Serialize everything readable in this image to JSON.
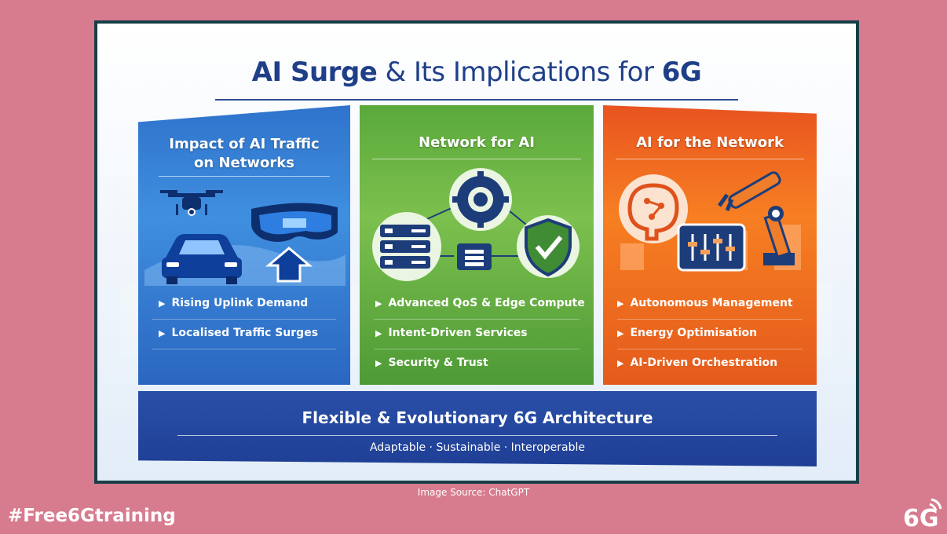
{
  "slide": {
    "title_part1": "AI Surge",
    "title_part2": " & Its Implications for ",
    "title_part3": "6G"
  },
  "columns": [
    {
      "heading_line1": "Impact of AI Traffic",
      "heading_line2": "on Networks",
      "bullets": [
        "Rising Uplink Demand",
        "Localised Traffic Surges"
      ]
    },
    {
      "heading_line1": "Network for AI",
      "bullets": [
        "Advanced QoS & Edge Compute",
        "Intent-Driven Services",
        "Security & Trust"
      ]
    },
    {
      "heading_line1": "AI for the Network",
      "bullets": [
        "Autonomous Management",
        "Energy Optimisation",
        "AI-Driven Orchestration"
      ]
    }
  ],
  "architecture": {
    "title": "Flexible & Evolutionary 6G Architecture",
    "subtitle": "Adaptable · Sustainable · Interoperable"
  },
  "footer": {
    "source": "Image Source: ChatGPT",
    "hashtag": "#Free6Gtraining",
    "logo_text": "6G"
  },
  "colors": {
    "background": "#d77b8e",
    "blue": "#2f73cc",
    "green": "#5aa93b",
    "orange": "#f77f22",
    "navy": "#1f3f88"
  },
  "icons": [
    "drone-icon",
    "car-icon",
    "vr-headset-icon",
    "upload-arrow-icon",
    "server-icon",
    "gear-brain-icon",
    "database-icon",
    "shield-check-icon",
    "brain-circuit-icon",
    "robot-arm-icon",
    "control-panel-icon"
  ]
}
